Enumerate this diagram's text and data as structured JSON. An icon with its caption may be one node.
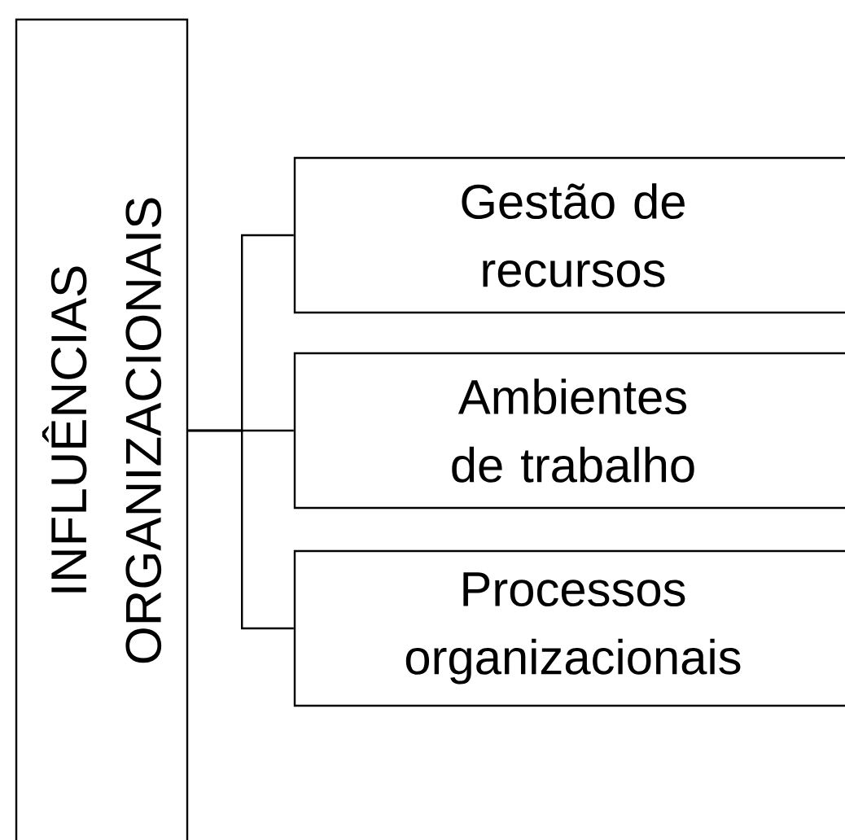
{
  "diagram": {
    "nodes": [
      {
        "text": [
          "INFLUÊNCIAS ORGANIZACIONAIS"
        ]
      },
      {
        "text": [
          "Gestão de recursos"
        ]
      },
      {
        "text": [
          "Ambientes de trabalho"
        ]
      },
      {
        "text": [
          "Processos organizacionais"
        ]
      }
    ],
    "edges": [
      {
        "from": 0,
        "to": 1,
        "arrow": "none"
      },
      {
        "from": 0,
        "to": 2,
        "arrow": "none"
      },
      {
        "from": 0,
        "to": 3,
        "arrow": "none"
      }
    ]
  }
}
